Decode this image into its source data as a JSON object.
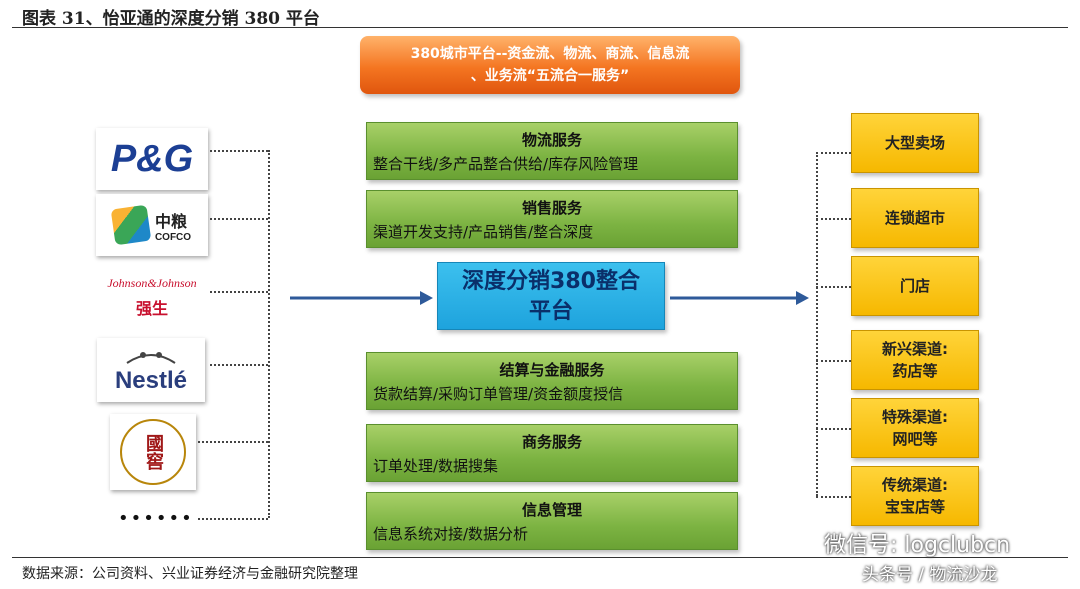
{
  "title": "图表 31、怡亚通的深度分销 380 平台",
  "banner": {
    "line1": "380城市平台--资金流、物流、商流、信息流",
    "line2": "、业务流“五流合一服务”"
  },
  "services_top": [
    {
      "heading": "物流服务",
      "detail": "整合干线/多产品整合供给/库存风险管理"
    },
    {
      "heading": "销售服务",
      "detail": "渠道开发支持/产品销售/整合深度"
    }
  ],
  "center": {
    "line1": "深度分销380整合",
    "line2": "平台"
  },
  "services_bottom": [
    {
      "heading": "结算与金融服务",
      "detail": "货款结算/采购订单管理/资金额度授信"
    },
    {
      "heading": "商务服务",
      "detail": "订单处理/数据搜集"
    },
    {
      "heading": "信息管理",
      "detail": "信息系统对接/数据分析"
    }
  ],
  "brands": [
    {
      "text": "P&G",
      "sub": ""
    },
    {
      "text": "中粮",
      "sub": "COFCO"
    },
    {
      "text": "Johnson&Johnson",
      "sub": "强生"
    },
    {
      "text": "Nestlé",
      "sub": ""
    },
    {
      "text": "國窖",
      "sub": ""
    }
  ],
  "brands_more": "••••••",
  "channels": [
    {
      "line1": "大型卖场",
      "line2": ""
    },
    {
      "line1": "连锁超市",
      "line2": ""
    },
    {
      "line1": "门店",
      "line2": ""
    },
    {
      "line1": "新兴渠道:",
      "line2": "药店等"
    },
    {
      "line1": "特殊渠道:",
      "line2": "网吧等"
    },
    {
      "line1": "传统渠道:",
      "line2": "宝宝店等"
    }
  ],
  "source": "数据来源：公司资料、兴业证券经济与金融研究院整理",
  "watermark": {
    "line1": "微信号: logclubcn",
    "line2": "头条号 / 物流沙龙"
  },
  "colors": {
    "banner": "#f47521",
    "service": "#7cb342",
    "center": "#1ea3dd",
    "channel": "#f6b800"
  }
}
